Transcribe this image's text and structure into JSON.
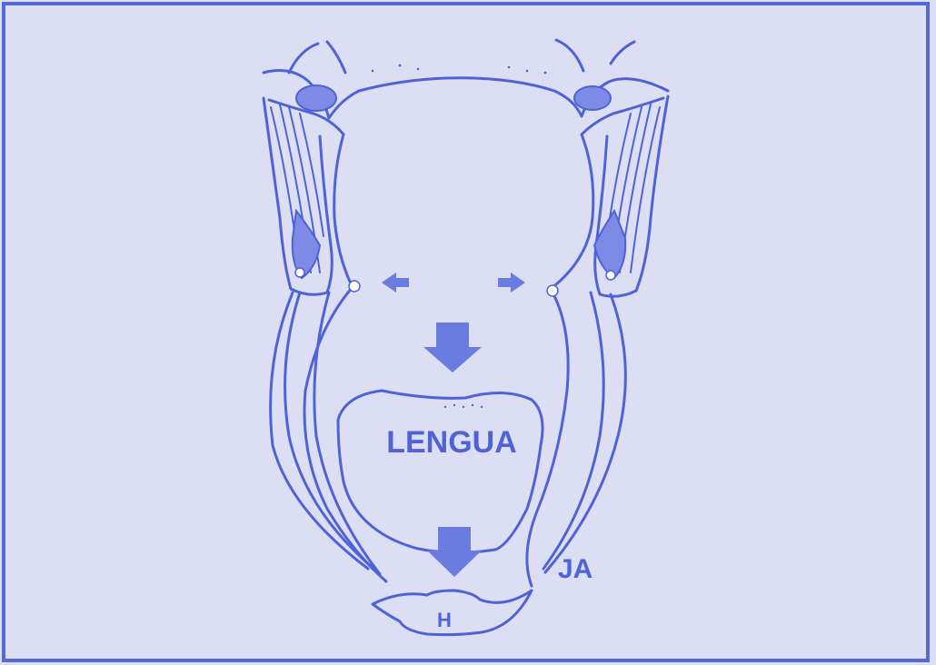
{
  "labels": {
    "tongue": "LENGUA",
    "hyoid": "H",
    "initials": "JA"
  },
  "colors": {
    "background": "#dcdff4",
    "ink": "#4f63d6",
    "fill": "#7d8ae6",
    "frame": "#5568d8"
  },
  "icons": [
    "left-arrow-icon",
    "right-arrow-icon",
    "down-arrow-icon",
    "down-arrow-icon"
  ]
}
